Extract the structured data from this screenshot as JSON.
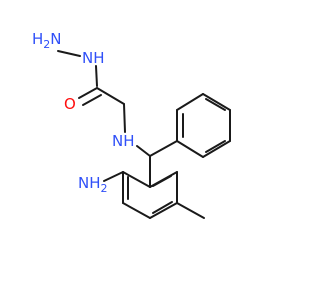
{
  "molecule": {
    "atoms": {
      "h2n_top": {
        "main": "H",
        "sub": "2",
        "tail": "N"
      },
      "nh_top": {
        "main": "NH"
      },
      "o": {
        "main": "O"
      },
      "nh_amine": {
        "main": "NH"
      },
      "nh2_ring": {
        "main": "NH",
        "sub": "2"
      }
    },
    "colors": {
      "bond": "#1a1a1a",
      "nitrogen": "#3050f8",
      "oxygen": "#ff0d0d",
      "background": "#ffffff"
    }
  }
}
